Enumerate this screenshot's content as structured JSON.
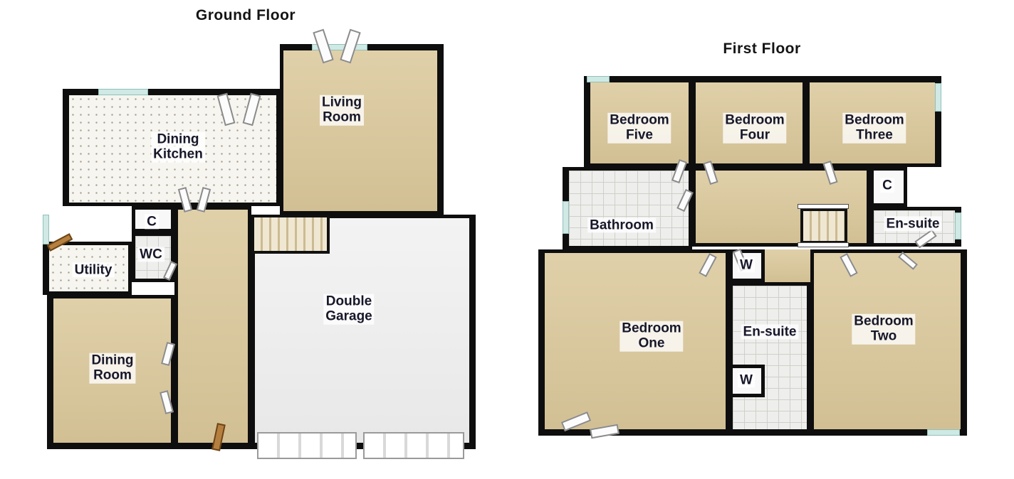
{
  "floors": [
    {
      "title": "Ground Floor",
      "rooms": [
        {
          "id": "living-room",
          "label": "Living\nRoom"
        },
        {
          "id": "dining-kitchen",
          "label": "Dining\nKitchen"
        },
        {
          "id": "cupboard",
          "label": "C"
        },
        {
          "id": "wc",
          "label": "WC"
        },
        {
          "id": "utility",
          "label": "Utility"
        },
        {
          "id": "dining-room",
          "label": "Dining\nRoom"
        },
        {
          "id": "double-garage",
          "label": "Double\nGarage"
        }
      ]
    },
    {
      "title": "First Floor",
      "rooms": [
        {
          "id": "bedroom-five",
          "label": "Bedroom\nFive"
        },
        {
          "id": "bedroom-four",
          "label": "Bedroom\nFour"
        },
        {
          "id": "bedroom-three",
          "label": "Bedroom\nThree"
        },
        {
          "id": "bathroom",
          "label": "Bathroom"
        },
        {
          "id": "cupboard",
          "label": "C"
        },
        {
          "id": "en-suite-front",
          "label": "En-suite"
        },
        {
          "id": "bedroom-one",
          "label": "Bedroom\nOne"
        },
        {
          "id": "wardrobe-top",
          "label": "W"
        },
        {
          "id": "en-suite-main",
          "label": "En-suite"
        },
        {
          "id": "wardrobe-bottom",
          "label": "W"
        },
        {
          "id": "bedroom-two",
          "label": "Bedroom\nTwo"
        }
      ]
    }
  ],
  "colors": {
    "wall": "#0e0e0e",
    "carpet": "#d6c59d",
    "kitchen_floor": "#f7f5ef",
    "garage_floor": "#f0f0f0",
    "tile_floor": "#eeeeec",
    "window_glass": "#cfe9e5",
    "label_text": "#17172a"
  }
}
